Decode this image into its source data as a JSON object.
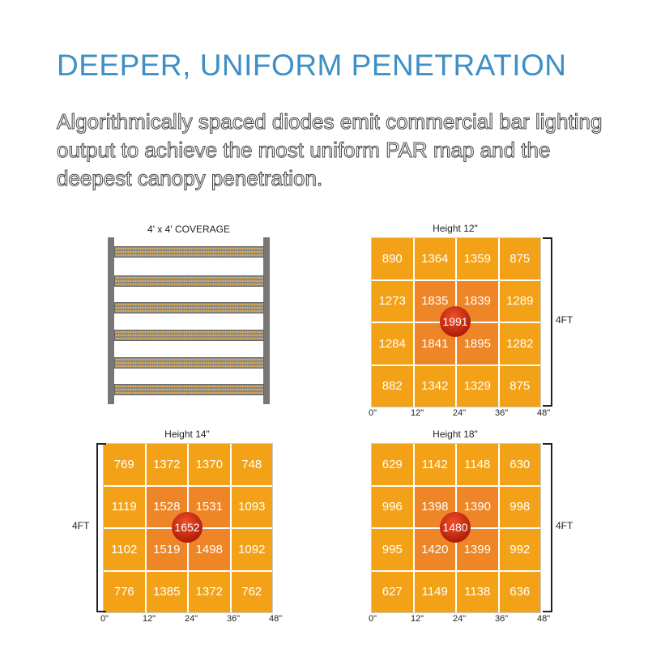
{
  "title": "DEEPER, UNIFORM PENETRATION",
  "description": "Algorithmically spaced diodes emit commercial bar lighting output to achieve the most uniform PAR map and the deepest canopy penetration.",
  "fixture": {
    "caption": "4' x 4' COVERAGE",
    "bar_count": 6
  },
  "colors": {
    "accent": "#3d8fc6",
    "cell": "#f3a217",
    "center_cell": "#ee8526",
    "peak": "#c8240e"
  },
  "side_label": "4FT",
  "ticks": [
    "0\"",
    "12\"",
    "24\"",
    "36\"",
    "48\""
  ],
  "maps": [
    {
      "title": "Height 12\"",
      "peak": "1991",
      "rows": [
        [
          "890",
          "1364",
          "1359",
          "875"
        ],
        [
          "1273",
          "1835",
          "1839",
          "1289"
        ],
        [
          "1284",
          "1841",
          "1895",
          "1282"
        ],
        [
          "882",
          "1342",
          "1329",
          "875"
        ]
      ]
    },
    {
      "title": "Height 14\"",
      "peak": "1652",
      "rows": [
        [
          "769",
          "1372",
          "1370",
          "748"
        ],
        [
          "1119",
          "1528",
          "1531",
          "1093"
        ],
        [
          "1102",
          "1519",
          "1498",
          "1092"
        ],
        [
          "776",
          "1385",
          "1372",
          "762"
        ]
      ]
    },
    {
      "title": "Height 18\"",
      "peak": "1480",
      "rows": [
        [
          "629",
          "1142",
          "1148",
          "630"
        ],
        [
          "996",
          "1398",
          "1390",
          "998"
        ],
        [
          "995",
          "1420",
          "1399",
          "992"
        ],
        [
          "627",
          "1149",
          "1138",
          "636"
        ]
      ]
    }
  ]
}
